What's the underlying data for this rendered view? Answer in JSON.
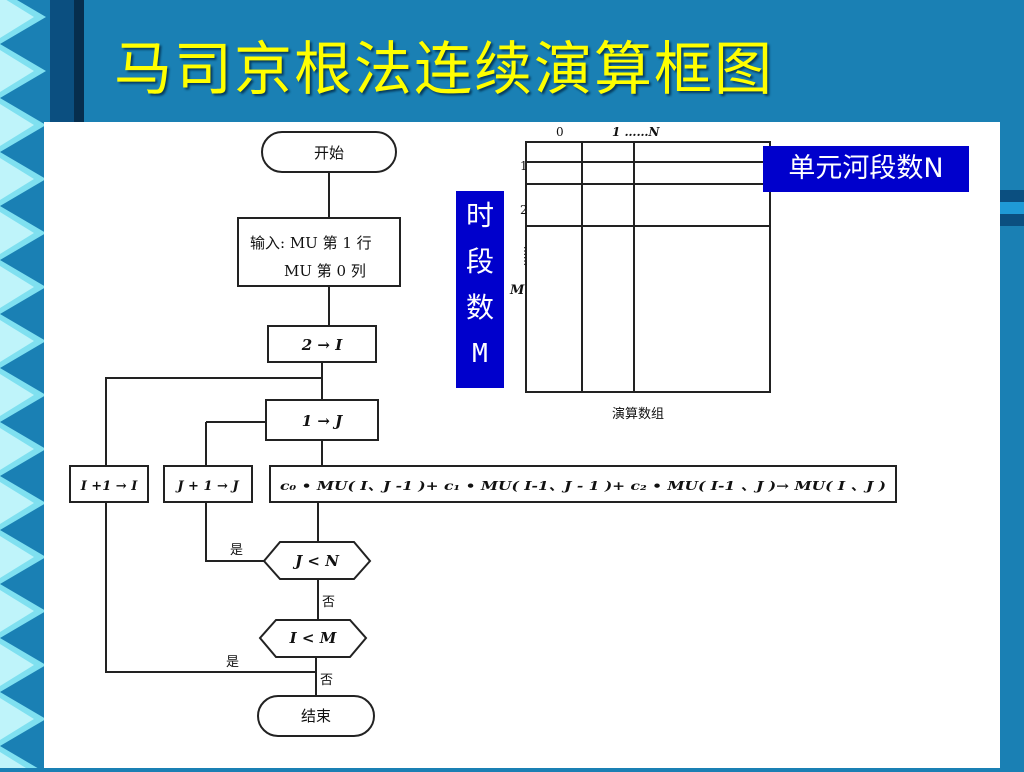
{
  "slide": {
    "title": "马司京根法连续演算框图"
  },
  "flowchart": {
    "start": "开始",
    "input_line1": "输入: MU 第 1 行",
    "input_line2": "MU 第 0 列",
    "init_i": "2 → I",
    "init_j": "1 → J",
    "inc_i": "I +1 → I",
    "inc_j": "J + 1 → J",
    "formula": "c₀ • MU( I、J -1 )+ c₁ • MU( I-1、J - 1 )+ c₂ • MU( I-1 、J )→ MU( I 、J )",
    "cond_j": "J < N",
    "cond_i": "I < M",
    "yes_j": "是",
    "no_j": "否",
    "yes_i": "是",
    "no_i": "否",
    "end": "结束"
  },
  "grid_diagram": {
    "col_label_0": "0",
    "col_label_1": "1 ……N",
    "row_label_1": "1",
    "row_label_2": "2",
    "row_label_dots": "……",
    "row_label_m": "M",
    "caption": "演算数组"
  },
  "labels": {
    "unit_count": "单元河段数N",
    "period_chars": [
      "时",
      "段",
      "数",
      "M"
    ]
  },
  "colors": {
    "background": "#1a80b4",
    "title": "#ffff00",
    "label_box": "#0000cc"
  }
}
